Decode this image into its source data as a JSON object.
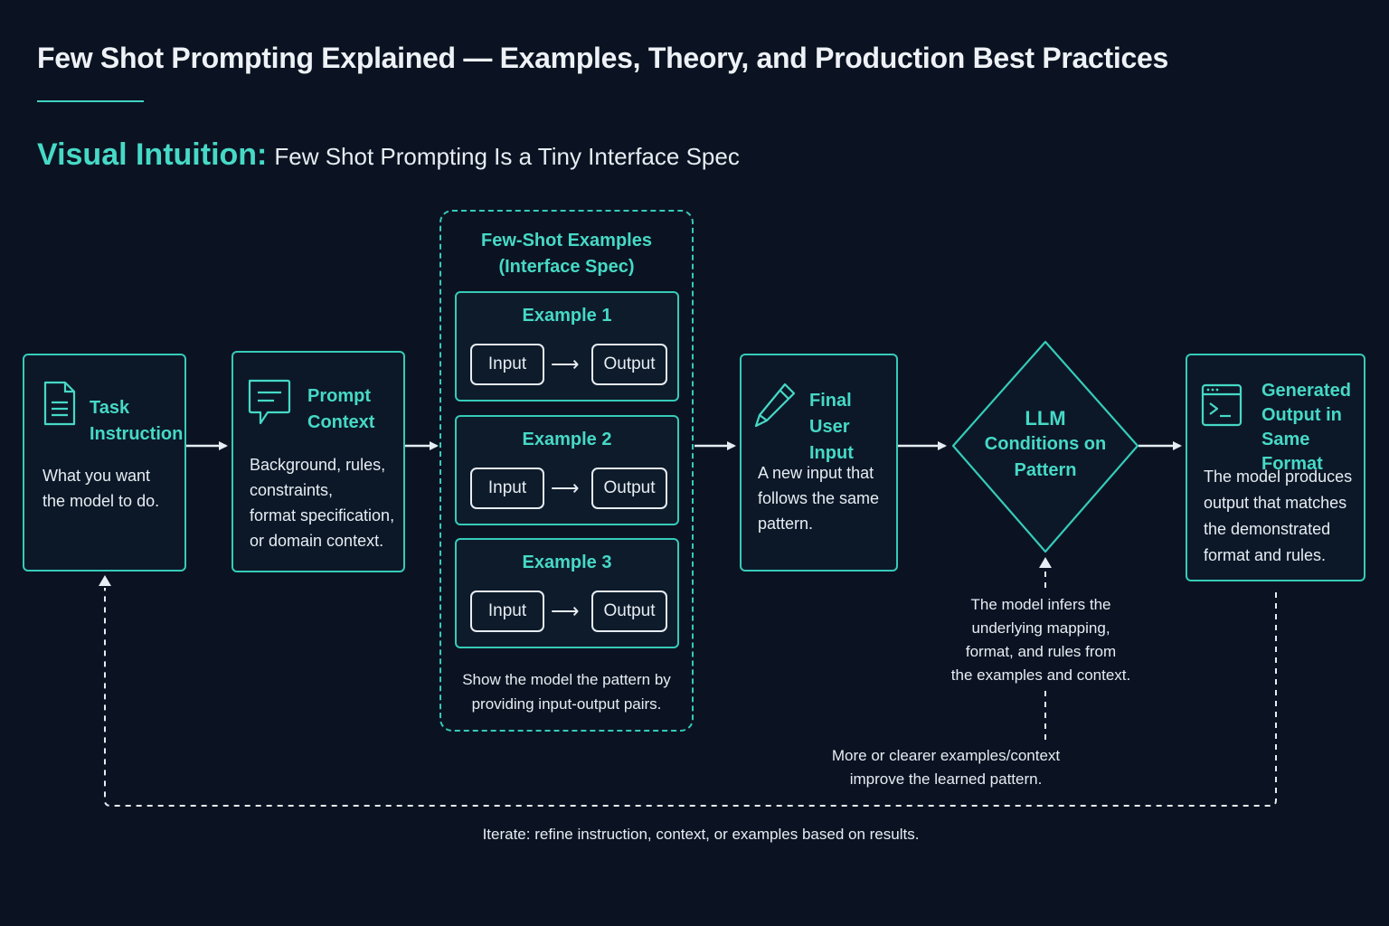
{
  "title": "Few Shot Prompting Explained — Examples, Theory, and Production Best Practices",
  "subtitle": {
    "accent": "Visual Intuition:",
    "rest": "Few Shot Prompting Is a Tiny Interface Spec"
  },
  "colors": {
    "background": "#0b1322",
    "accent": "#46d9c6",
    "border": "#36cbb8",
    "text": "#e6edf3"
  },
  "nodes": {
    "task": {
      "icon": "document-icon",
      "title": [
        "Task",
        "Instruction"
      ],
      "desc": [
        "What you want",
        "the model to do."
      ]
    },
    "context": {
      "icon": "chat-bubble-icon",
      "title": [
        "Prompt",
        "Context"
      ],
      "desc": [
        "Background, rules,",
        "constraints,",
        "format specification,",
        "or domain context."
      ]
    },
    "examples": {
      "title": [
        "Few-Shot Examples",
        "(Interface Spec)"
      ],
      "items": [
        {
          "label": "Example 1",
          "input": "Input",
          "output": "Output"
        },
        {
          "label": "Example 2",
          "input": "Input",
          "output": "Output"
        },
        {
          "label": "Example 3",
          "input": "Input",
          "output": "Output"
        }
      ],
      "arrow": "⟶",
      "caption": [
        "Show the model the pattern by",
        "providing input-output pairs."
      ]
    },
    "final": {
      "icon": "pencil-icon",
      "title": [
        "Final",
        "User Input"
      ],
      "desc": [
        "A new input that",
        "follows the same",
        "pattern."
      ]
    },
    "llm": {
      "title": [
        "LLM",
        "Conditions on",
        "Pattern"
      ]
    },
    "generated": {
      "icon": "terminal-icon",
      "title": [
        "Generated",
        "Output in",
        "Same Format"
      ],
      "desc": [
        "The model produces",
        "output that matches",
        "the demonstrated",
        "format and rules."
      ]
    }
  },
  "notes": {
    "infer": [
      "The model infers the",
      "underlying mapping,",
      "format, and rules from",
      "the examples and context."
    ],
    "improve": [
      "More or clearer examples/context",
      "improve the learned pattern."
    ],
    "iterate": "Iterate: refine instruction, context, or examples based on results."
  }
}
